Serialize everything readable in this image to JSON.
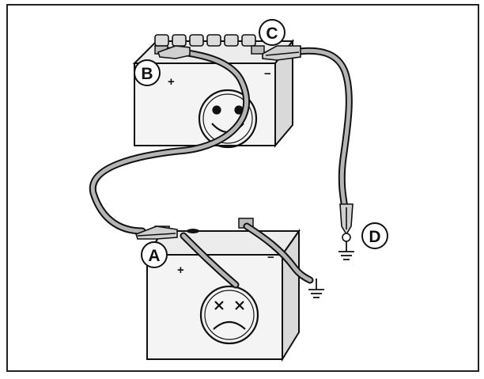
{
  "figure": {
    "labels": {
      "a": "A",
      "b": "B",
      "c": "C",
      "d": "D"
    },
    "signs": {
      "plus": "+",
      "minus": "−"
    },
    "icons": {
      "top_battery_face": "happy-face-icon",
      "bottom_battery_face": "sad-face-icon",
      "ground": "ground-icon"
    },
    "colors": {
      "line": "#111111",
      "battery_fill": "#f2f2f2",
      "cable_outer": "#111111",
      "cable_inner": "#b5b5b5",
      "frame": "#222222"
    }
  }
}
